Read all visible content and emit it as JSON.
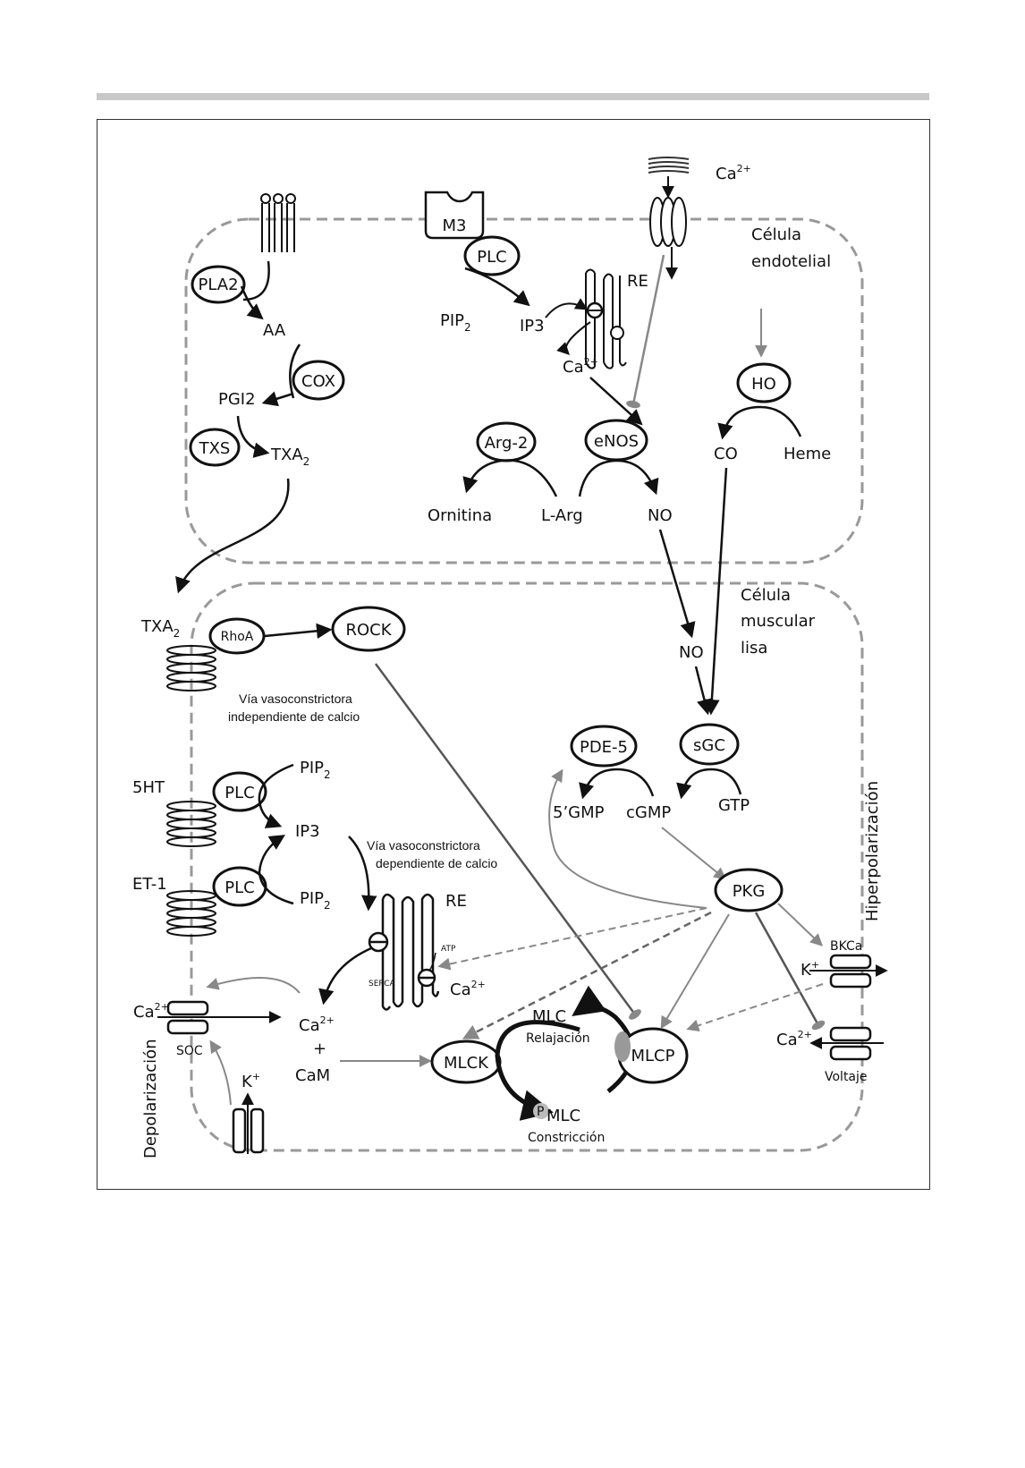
{
  "cells": {
    "endothelial_label": [
      "Célula",
      "endotelial"
    ],
    "muscle_label": [
      "Célula",
      "muscular",
      "lisa"
    ]
  },
  "side_labels": {
    "left": "Depolarización",
    "right": "Hiperpolarización"
  },
  "endothelial": {
    "enzymes": {
      "pla2": "PLA2",
      "cox": "COX",
      "txs": "TXS",
      "m3": "M3",
      "plc": "PLC",
      "arg2": "Arg-2",
      "enos": "eNOS",
      "ho": "HO"
    },
    "labels": {
      "aa": "AA",
      "pgi2": "PGI2",
      "txa2": "TXA",
      "pip2": "PIP",
      "ip3": "IP3",
      "re": "RE",
      "ca": "Ca",
      "ornitina": "Ornitina",
      "larg": "L-Arg",
      "no": "NO",
      "co": "CO",
      "heme": "Heme",
      "ca_ext": "Ca"
    }
  },
  "muscle": {
    "receptors": {
      "txa2": "TXA",
      "fiveht": "5HT",
      "et1": "ET-1"
    },
    "enzymes": {
      "rhoa": "RhoA",
      "rock": "ROCK",
      "plc1": "PLC",
      "plc2": "PLC",
      "pde5": "PDE-5",
      "sgc": "sGC",
      "pkg": "PKG",
      "mlck": "MLCK",
      "mlcp": "MLCP"
    },
    "labels": {
      "no": "NO",
      "pip2a": "PIP",
      "ip3": "IP3",
      "pip2b": "PIP",
      "gmp5": "5’GMP",
      "cgmp": "cGMP",
      "gtp": "GTP",
      "re": "RE",
      "atp": "ATP",
      "serca": "SERCA",
      "ca_serca": "Ca",
      "ca_soc": "Ca",
      "soc": "SOC",
      "ca_cam_ca": "Ca",
      "ca_cam_plus": "+",
      "cam": "CaM",
      "k": "K",
      "mlc_top": "MLC",
      "relajacion": "Relajación",
      "mlc_bottom": "MLC",
      "constriccion": "Constricción",
      "bkca": "BKCa",
      "k_bk": "K",
      "ca_volt": "Ca",
      "voltaje": "Voltaje",
      "p": "P"
    },
    "notes": {
      "indep": [
        "Vía vasoconstrictora",
        "independiente de calcio"
      ],
      "dep": [
        "Vía vasoconstrictora",
        "dependiente de calcio"
      ]
    }
  },
  "superscripts": {
    "two": "2",
    "ca2plus": "2+",
    "kplus": "+"
  },
  "colors": {
    "frame": "#333333",
    "membrane": "#999999",
    "dark": "#111111",
    "gray": "#888888",
    "topbar": "#c8c8c8"
  }
}
